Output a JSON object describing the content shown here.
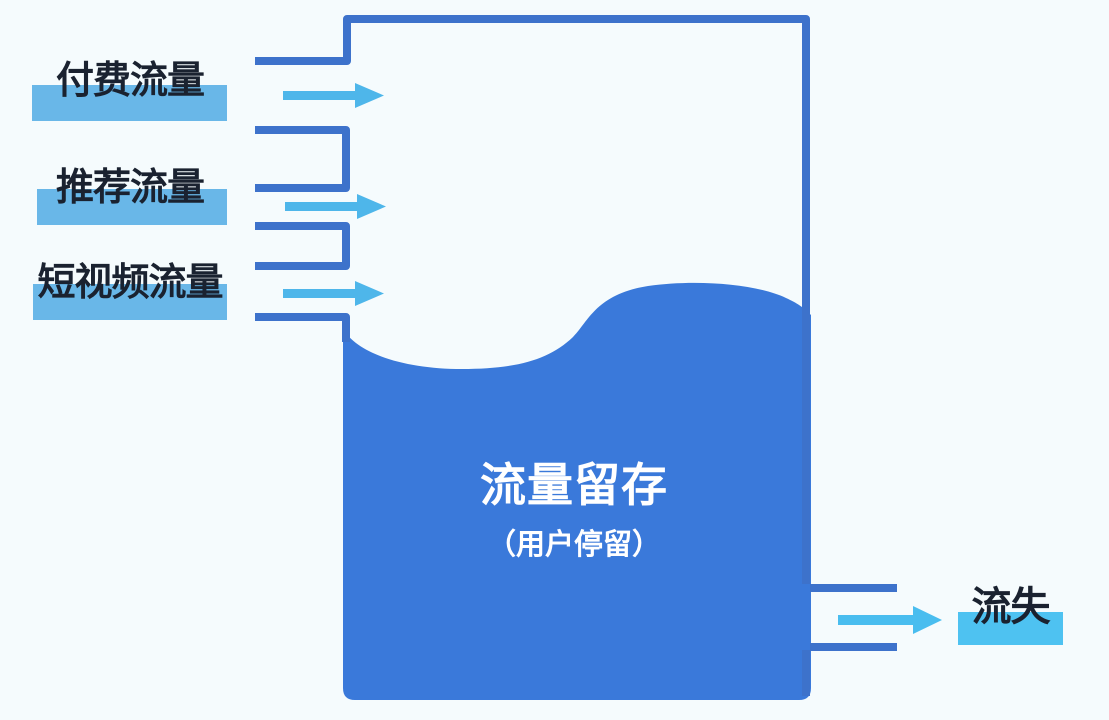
{
  "diagram": {
    "title": "流量留存",
    "subtitle": "（用户停留）",
    "inflows": [
      {
        "label": "付费流量"
      },
      {
        "label": "推荐流量"
      },
      {
        "label": "短视频流量"
      }
    ],
    "outflow": {
      "label": "流失"
    },
    "icons": {
      "inflow_arrow": "right-arrow-icon",
      "outflow_arrow": "right-arrow-icon"
    },
    "colors": {
      "background": "#f5fbfd",
      "water": "#3a79da",
      "bucket_outline": "#3d72cb",
      "inflow_arrow": "#4eb6ea",
      "outflow_arrow": "#49bdef",
      "inflow_label_highlight": "#69b7e8",
      "outflow_label_highlight": "#4ec2f1",
      "label_text": "#1a2230",
      "bucket_text": "#ffffff"
    }
  }
}
